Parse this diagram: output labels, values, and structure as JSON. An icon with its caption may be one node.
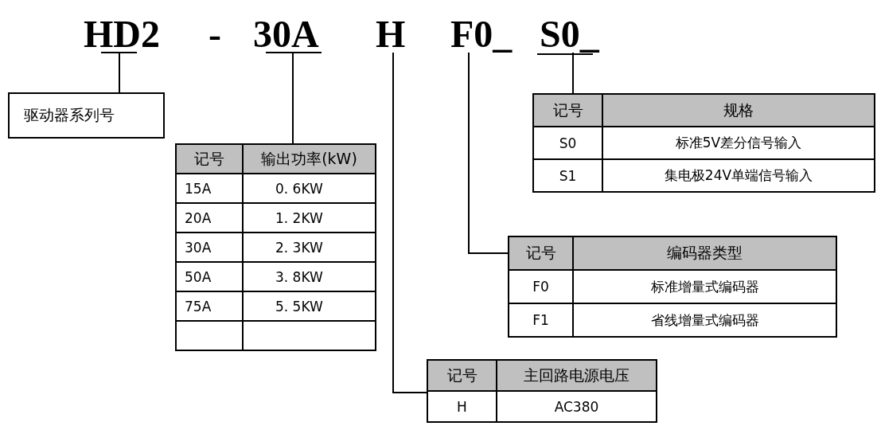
{
  "diagram": {
    "nodes": [
      {
        "text": [
          "HD2"
        ]
      },
      {
        "text": [
          "30A"
        ]
      },
      {
        "text": [
          "H"
        ]
      },
      {
        "text": [
          "F0_"
        ]
      },
      {
        "text": [
          "S0_"
        ]
      },
      {
        "text": [
          "驱动器系列号"
        ]
      },
      {
        "text": [
          "记号",
          "输出功率(kW)",
          "15A",
          "0. 6KW",
          "20A",
          "1. 2KW",
          "30A",
          "2. 3KW",
          "50A",
          "3. 8KW",
          "75A",
          "5. 5KW"
        ]
      },
      {
        "text": [
          "记号",
          "规格",
          "S0",
          "标准5V差分信号输入",
          "S1",
          "集电极24V单端信号输入"
        ]
      },
      {
        "text": [
          "记号",
          "编码器类型",
          "F0",
          "标准增量式编码器",
          "F1",
          "省线增量式编码器"
        ]
      },
      {
        "text": [
          "记号",
          "主回路电源电压",
          "H",
          "AC380"
        ]
      }
    ],
    "edges": [
      {
        "from": 0,
        "to": 5,
        "arrow": "none"
      },
      {
        "from": 1,
        "to": 6,
        "arrow": "none"
      },
      {
        "from": 2,
        "to": 9,
        "arrow": "none"
      },
      {
        "from": 3,
        "to": 8,
        "arrow": "none"
      },
      {
        "from": 4,
        "to": 7,
        "arrow": "none"
      }
    ],
    "labels": [
      "-"
    ]
  }
}
